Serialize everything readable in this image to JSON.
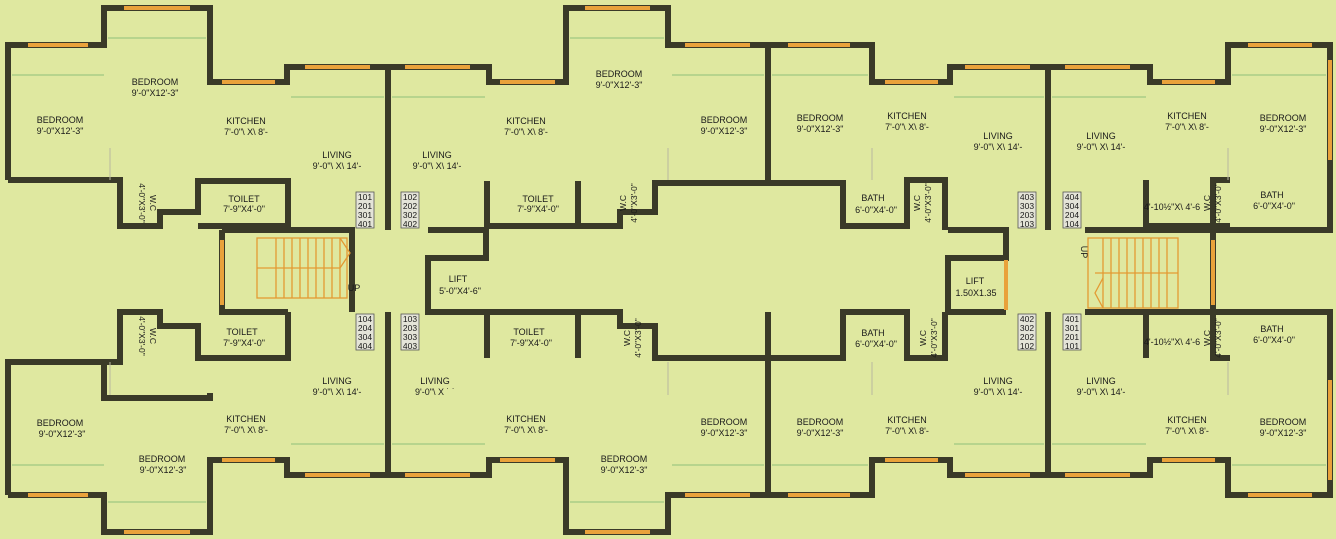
{
  "rooms": {
    "bedroom_a": {
      "name": "BEDROOM",
      "size": "9'-0\"X12'-3\""
    },
    "kitchen": {
      "name": "KITCHEN",
      "size": "7'-0\"\\ X\\ 8'-"
    },
    "living": {
      "name": "LIVING",
      "size": "9'-0\"\\ X\\ 14'-"
    },
    "living_cut": {
      "name": "LIVING",
      "size": "9'-0\"\\ X ˙ ˙"
    },
    "toilet": {
      "name": "TOILET",
      "size": "7'-9\"X4'-0\""
    },
    "wc": {
      "name": "W.C",
      "size": "4'-0\"X3'-0\""
    },
    "bath": {
      "name": "BATH",
      "size": "6'-0\"X4'-0\""
    },
    "passage": {
      "size": "4'-10½\"X\\ 4'-6"
    },
    "lift_left": {
      "name": "LIFT",
      "size": "5'-0\"X4'-6\""
    },
    "lift_right": {
      "name": "LIFT",
      "size": "1.50X1.35"
    },
    "up": "UP"
  },
  "flat_numbers": {
    "top_left_a": [
      "101",
      "201",
      "301",
      "401"
    ],
    "top_left_b": [
      "102",
      "202",
      "302",
      "402"
    ],
    "bottom_left_a": [
      "104",
      "204",
      "304",
      "404"
    ],
    "bottom_left_b": [
      "103",
      "203",
      "303",
      "403"
    ],
    "top_right_a": [
      "403",
      "303",
      "203",
      "103"
    ],
    "top_right_b": [
      "404",
      "304",
      "204",
      "104"
    ],
    "bottom_right_a": [
      "402",
      "302",
      "202",
      "102"
    ],
    "bottom_right_b": [
      "401",
      "301",
      "201",
      "101"
    ]
  }
}
